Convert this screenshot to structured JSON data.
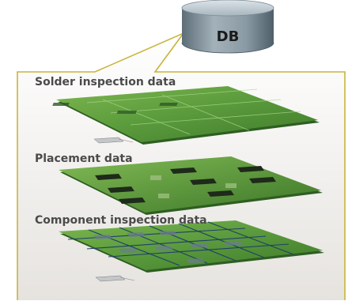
{
  "database": {
    "label": "DB"
  },
  "layers": [
    {
      "label": "Solder inspection data"
    },
    {
      "label": "Placement data"
    },
    {
      "label": "Component inspection data"
    }
  ],
  "colors": {
    "frame_outline": "#c9b43a",
    "panel_background_top": "#ffffff",
    "panel_background_bottom": "#e9e6e2",
    "board_green": "#5a9a3c",
    "board_dark": "#2e5e22",
    "db_cylinder": "#8a9aa4",
    "db_top": "#c5d0d6",
    "label_text": "#4a4a4a"
  }
}
